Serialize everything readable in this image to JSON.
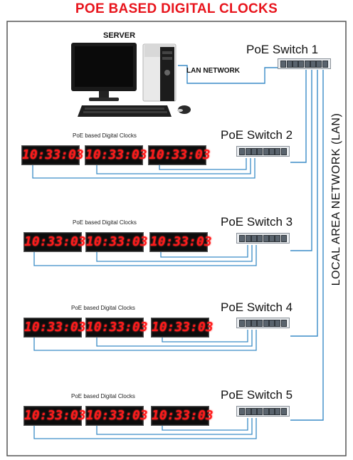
{
  "title": "POE BASED DIGITAL CLOCKS",
  "server_label": "SERVER",
  "lan_network_label": "LAN NETWORK",
  "lan_vertical_label": "LOCAL AREA NETWORK (LAN)",
  "main_switch": {
    "label": "PoE Switch 1"
  },
  "groups": [
    {
      "switch_label": "PoE Switch 2",
      "caption": "PoE based Digital Clocks",
      "clocks": [
        "10:33:03",
        "10:33:03",
        "10:33:03"
      ]
    },
    {
      "switch_label": "PoE Switch 3",
      "caption": "PoE based Digital Clocks",
      "clocks": [
        "10:33:03",
        "10:33:03",
        "10:33:03"
      ]
    },
    {
      "switch_label": "PoE Switch 4",
      "caption": "PoE based Digital Clocks",
      "clocks": [
        "10:33:03",
        "10:33:03",
        "10:33:03"
      ]
    },
    {
      "switch_label": "PoE Switch 5",
      "caption": "PoE based Digital Clocks",
      "clocks": [
        "10:33:03",
        "10:33:03",
        "10:33:03"
      ]
    }
  ],
  "colors": {
    "title": "#e8141c",
    "wire": "#3a8cc7",
    "frame": "#555555",
    "clock_digits": "#ff1a1a"
  }
}
